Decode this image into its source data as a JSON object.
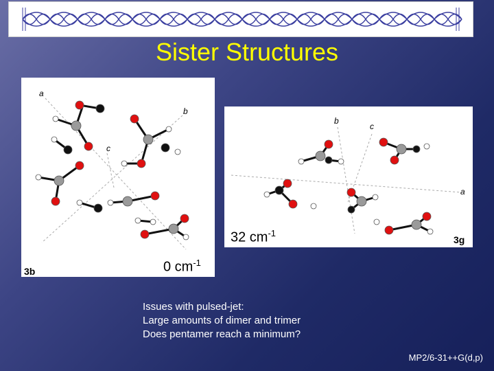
{
  "title": "Sister Structures",
  "panel_left": {
    "freq_value": "0 cm",
    "freq_exp": "-1",
    "tag": "3b"
  },
  "panel_right": {
    "freq_value": "32 cm",
    "freq_exp": "-1",
    "tag": "3g"
  },
  "axes_left": {
    "a": "a",
    "b": "b",
    "c": "c"
  },
  "axes_right": {
    "a": "a",
    "b": "b",
    "c": "c"
  },
  "issues": [
    "Issues with pulsed-jet:",
    "Large amounts of dimer and trimer",
    "Does pentamer reach a minimum?"
  ],
  "basis_set": "MP2/6-31++G(d,p)",
  "colors": {
    "title": "#ffff00",
    "oxygen": "#e01010",
    "carbon": "#9a9a9a",
    "hydrogen": "#ffffff",
    "dark_atom": "#111111"
  }
}
